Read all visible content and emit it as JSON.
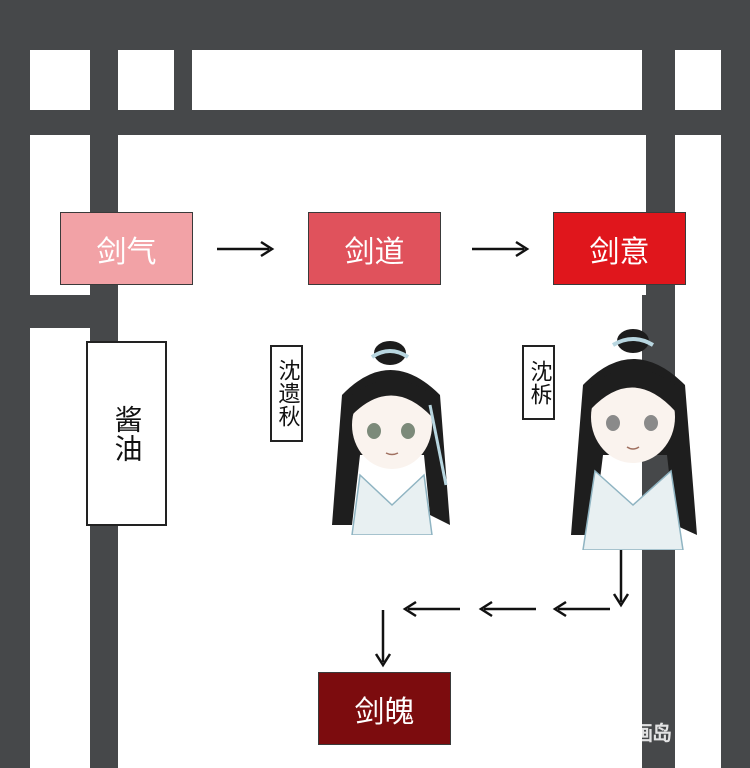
{
  "stages": [
    {
      "label": "剑气",
      "color": "#f2a2a6"
    },
    {
      "label": "剑道",
      "color": "#e0525c"
    },
    {
      "label": "剑意",
      "color": "#e0161c"
    },
    {
      "label": "剑魄",
      "color": "#7c0c0e"
    }
  ],
  "side_label": "酱油",
  "characters": [
    {
      "name": "沈遗秋"
    },
    {
      "name": "沈柝"
    }
  ],
  "watermark": "漫画岛"
}
